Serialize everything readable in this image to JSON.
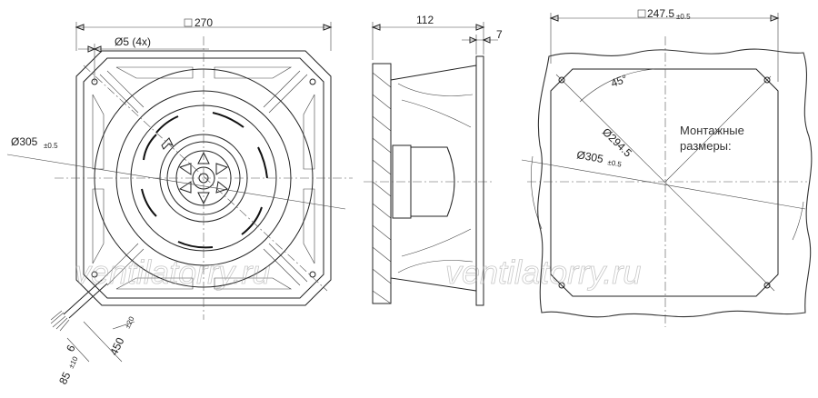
{
  "front_view": {
    "dim_width": "270",
    "dim_holes": "Ø5 (4x)",
    "dim_circle_main": "Ø305",
    "dim_circle_tol": "±0.5",
    "dim_cable_len": "450",
    "dim_cable_len_tol": "±20",
    "dim_strip_len": "85",
    "dim_strip_len_tol": "±10",
    "dim_strip_small": "6"
  },
  "side_view": {
    "dim_depth": "112",
    "dim_flange": "7"
  },
  "mounting_view": {
    "dim_width_main": "247.5",
    "dim_width_tol": "±0.5",
    "dim_angle": "45°",
    "dim_diag": "Ø294.5",
    "dim_circle_main": "Ø305",
    "dim_circle_tol": "±0.5",
    "label_line1": "Монтажные",
    "label_line2": "размеры:"
  },
  "watermarks": [
    "ventilatorry.ru",
    "ventilatorry.ru"
  ],
  "colors": {
    "line": "#222222",
    "watermark": "#9a9a9a",
    "background": "#ffffff"
  }
}
